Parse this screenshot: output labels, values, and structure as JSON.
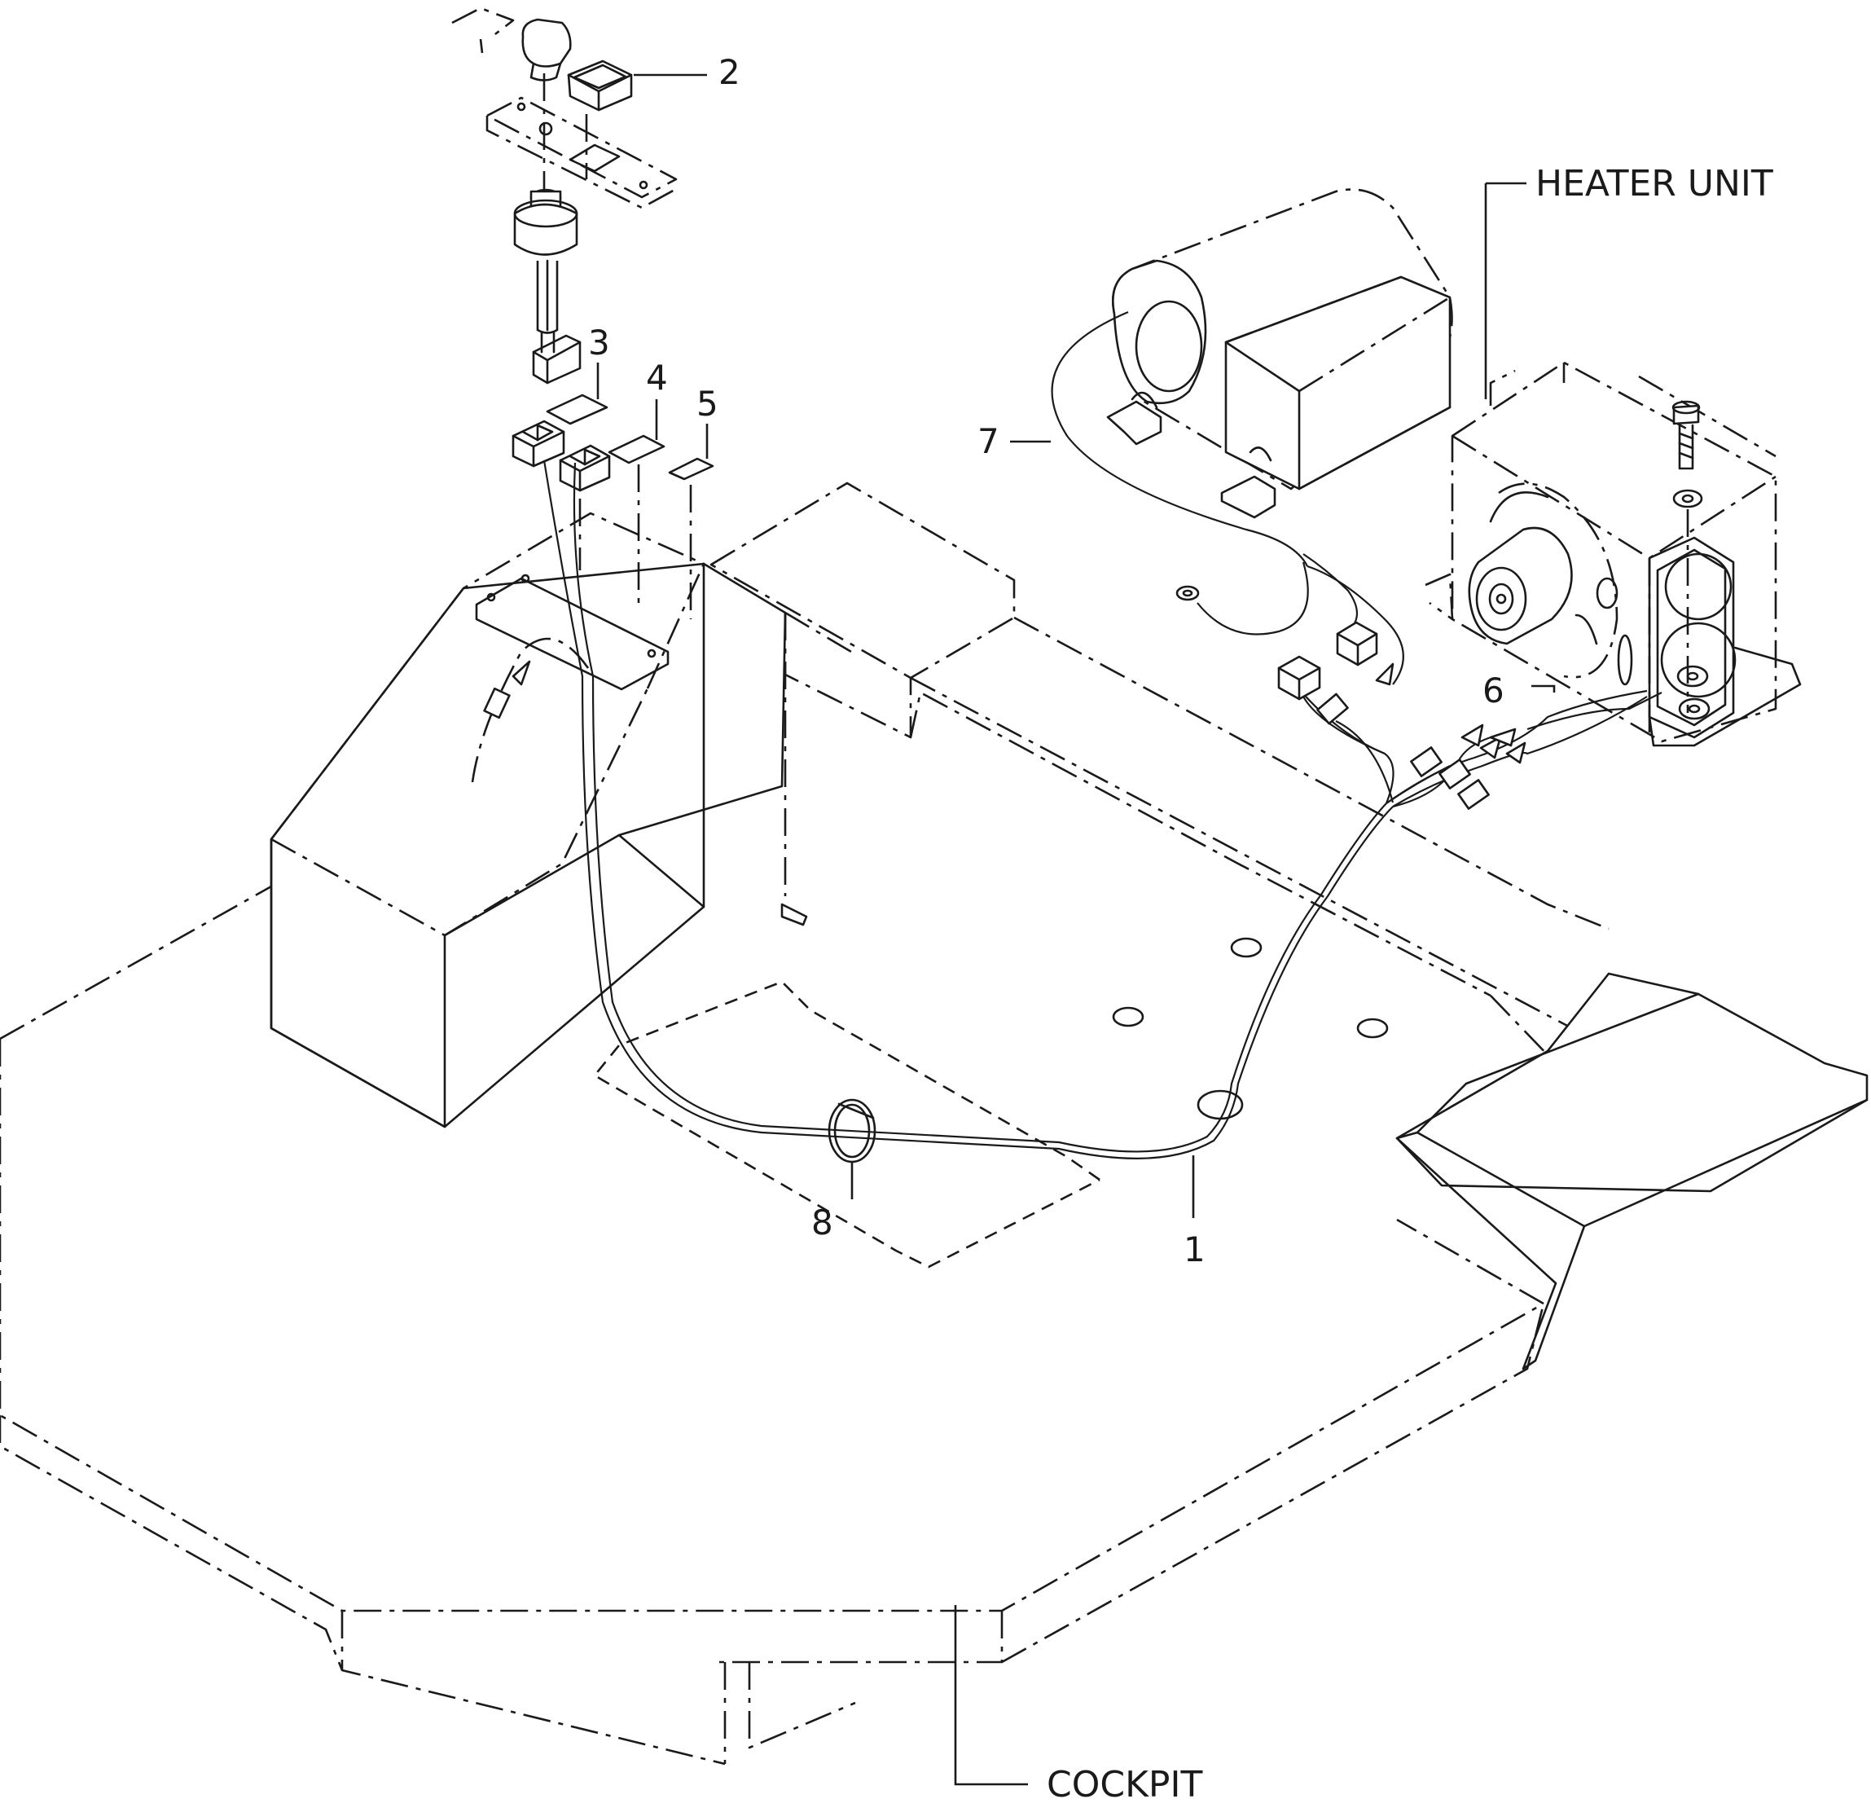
{
  "labels": {
    "heater_unit": "HEATER UNIT",
    "cockpit": "COCKPIT",
    "callouts": [
      "1",
      "2",
      "3",
      "4",
      "5",
      "6",
      "7",
      "8"
    ]
  }
}
